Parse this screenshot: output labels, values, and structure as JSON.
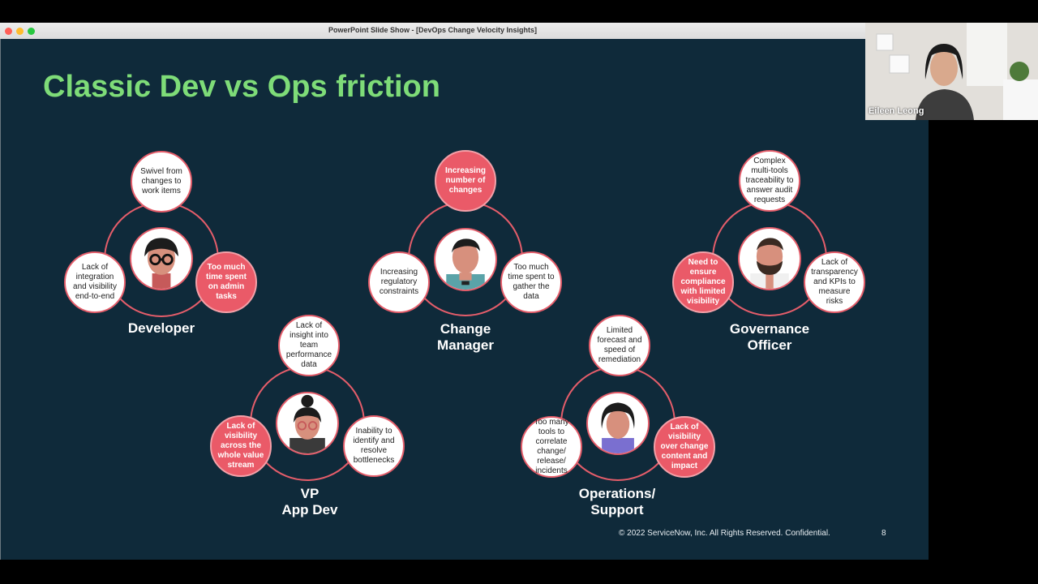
{
  "window": {
    "title": "PowerPoint Slide Show - [DevOps Change Velocity Insights]",
    "traffic_lights": [
      "#ff5f57",
      "#febc2e",
      "#28c840"
    ]
  },
  "slide": {
    "title": "Classic Dev vs Ops friction",
    "footer": "© 2022 ServiceNow, Inc. All Rights Reserved. Confidential.",
    "page_number": "8",
    "colors": {
      "background": "#0f2a3a",
      "title": "#7edc78",
      "accent": "#e45d6a"
    }
  },
  "personas": {
    "developer": {
      "role": "Developer",
      "top": "Swivel from changes to work items",
      "left": "Lack of integration and visibility end-to-end",
      "right": "Too much time spent on admin tasks"
    },
    "change_manager": {
      "role": "Change\nManager",
      "top": "Increasing number of changes",
      "left": "Increasing regulatory constraints",
      "right": "Too much time spent to gather the data"
    },
    "governance": {
      "role": "Governance\nOfficer",
      "top": "Complex multi-tools traceability to answer audit requests",
      "left": "Need to ensure compliance with limited visibility",
      "right": "Lack of transparency and KPIs to measure risks"
    },
    "vp": {
      "role": "VP\nApp Dev",
      "top": "Lack of insight into team performance data",
      "left": "Lack of visibility across the whole value stream",
      "right": "Inability to identify and resolve bottlenecks"
    },
    "ops": {
      "role": "Operations/\nSupport",
      "top": "Limited forecast and speed of remediation",
      "left": "Too many tools to correlate change/ release/ incidents",
      "right": "Lack of visibility over change content and impact"
    }
  },
  "webcam": {
    "name": "Eileen Leong"
  }
}
